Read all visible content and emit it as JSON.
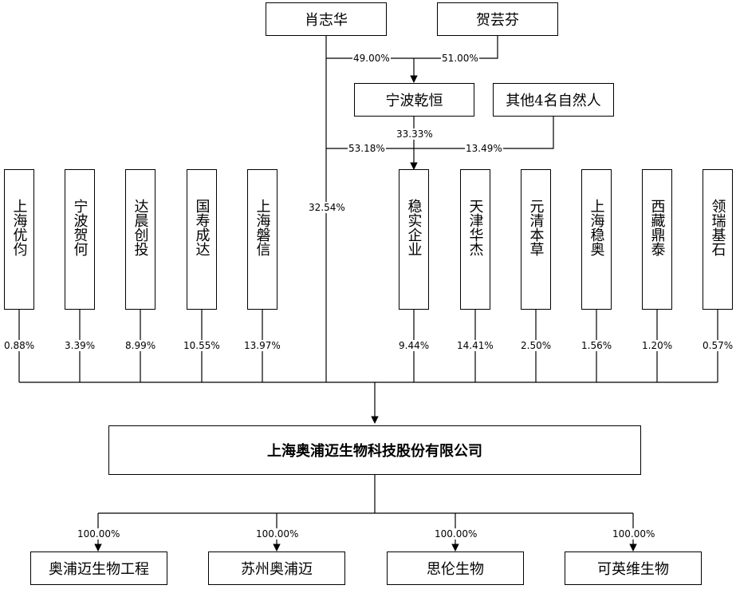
{
  "top": {
    "xiao": "肖志华",
    "he": "贺芸芬",
    "ningbo": "宁波乾恒",
    "others": "其他4名自然人"
  },
  "pct": {
    "xiao_ningbo": "49.00%",
    "he_ningbo": "51.00%",
    "ningbo_wenshi": "33.33%",
    "xiao_wenshi": "53.18%",
    "others_wenshi": "13.49%",
    "xiao_company": "32.54%"
  },
  "shareholders": [
    {
      "name": "上海优伨",
      "pct": "0.88%"
    },
    {
      "name": "宁波贺何",
      "pct": "3.39%"
    },
    {
      "name": "达晨创投",
      "pct": "8.99%"
    },
    {
      "name": "国寿成达",
      "pct": "10.55%"
    },
    {
      "name": "上海磐信",
      "pct": "13.97%"
    },
    {
      "name": "稳实企业",
      "pct": "9.44%"
    },
    {
      "name": "天津华杰",
      "pct": "14.41%"
    },
    {
      "name": "元清本草",
      "pct": "2.50%"
    },
    {
      "name": "上海稳奥",
      "pct": "1.56%"
    },
    {
      "name": "西藏鼎泰",
      "pct": "1.20%"
    },
    {
      "name": "领瑞基石",
      "pct": "0.57%"
    }
  ],
  "company": "上海奥浦迈生物科技股份有限公司",
  "subsidiaries": [
    {
      "name": "奥浦迈生物工程",
      "pct": "100.00%"
    },
    {
      "name": "苏州奥浦迈",
      "pct": "100.00%"
    },
    {
      "name": "思伦生物",
      "pct": "100.00%"
    },
    {
      "name": "可英维生物",
      "pct": "100.00%"
    }
  ]
}
